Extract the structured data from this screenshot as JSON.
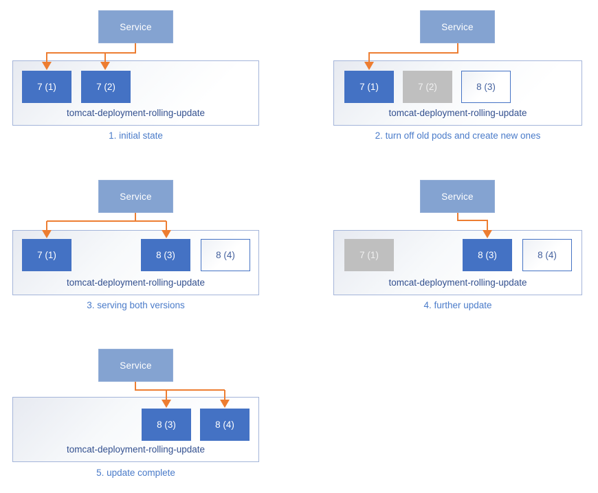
{
  "colors": {
    "pod_active": "#4472C4",
    "pod_inactive": "#BFBFBF",
    "pod_pending_border": "#4472C4",
    "pod_pending_text": "#44619E",
    "service_fill": "#84A3D1",
    "service_border": "#93AED7",
    "arrow": "#ED7D31",
    "container_border": "#A3B4D9",
    "deployment_label_text": "#33508F",
    "caption_text": "#4A7BC9"
  },
  "service_label": "Service",
  "deployment_label": "tomcat-deployment-rolling-update",
  "panels": [
    {
      "caption": "1. initial state",
      "pods": [
        {
          "label": "7 (1)",
          "state": "active"
        },
        {
          "label": "7 (2)",
          "state": "active"
        }
      ]
    },
    {
      "caption": "2. turn off old pods and create new ones",
      "pods": [
        {
          "label": "7 (1)",
          "state": "active"
        },
        {
          "label": "7 (2)",
          "state": "inactive"
        },
        {
          "label": "8 (3)",
          "state": "pending"
        }
      ]
    },
    {
      "caption": "3. serving both versions",
      "pods": [
        {
          "label": "7 (1)",
          "state": "active"
        },
        {
          "label": "8 (3)",
          "state": "active"
        },
        {
          "label": "8 (4)",
          "state": "pending"
        }
      ]
    },
    {
      "caption": "4. further update",
      "pods": [
        {
          "label": "7 (1)",
          "state": "inactive"
        },
        {
          "label": "8 (3)",
          "state": "active"
        },
        {
          "label": "8 (4)",
          "state": "pending"
        }
      ]
    },
    {
      "caption": "5. update complete",
      "pods": [
        {
          "label": "8 (3)",
          "state": "active"
        },
        {
          "label": "8 (4)",
          "state": "active"
        }
      ]
    }
  ]
}
